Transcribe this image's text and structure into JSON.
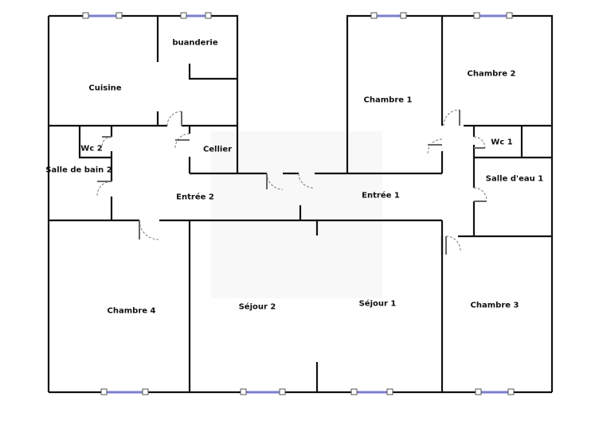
{
  "rooms": {
    "cuisine": "Cuisine",
    "buanderie": "buanderie",
    "wc2": "Wc 2",
    "cellier": "Cellier",
    "salle_de_bain_2": "Salle de bain 2",
    "entree_2": "Entrée 2",
    "chambre_1": "Chambre 1",
    "chambre_2": "Chambre 2",
    "wc1": "Wc 1",
    "salle_deau_1": "Salle d'eau 1",
    "entree_1": "Entrée 1",
    "chambre_4": "Chambre 4",
    "sejour_2": "Séjour 2",
    "sejour_1": "Séjour 1",
    "chambre_3": "Chambre 3"
  },
  "watermark": "CÉSAR & BRUTUS",
  "colors": {
    "wall": "#111111",
    "window": "#7b7fd0",
    "door": "#555555"
  }
}
